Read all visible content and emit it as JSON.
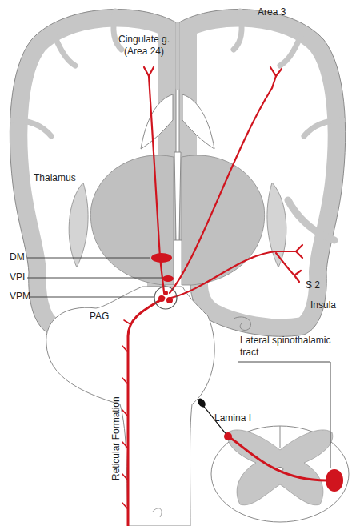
{
  "diagram": {
    "labels": [
      "Cingulate g. (Area 24)",
      "Area 3",
      "Thalamus",
      "DM",
      "VPI",
      "VPM",
      "S 2",
      "Insula",
      "PAG",
      "Reticular Formation",
      "Lateral spinothalamic tract",
      "Lamina I"
    ]
  }
}
